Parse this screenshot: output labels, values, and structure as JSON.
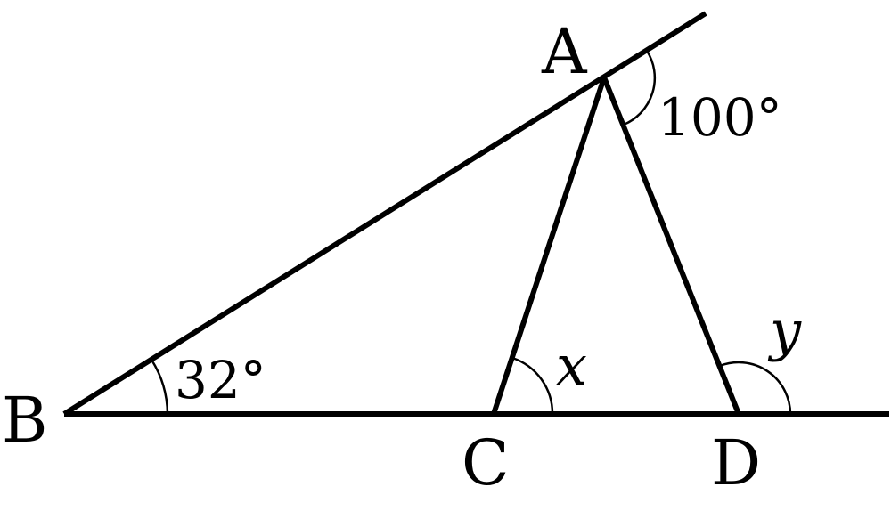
{
  "points": {
    "A": "A",
    "B": "B",
    "C": "C",
    "D": "D"
  },
  "angles": {
    "exterior_A": "100°",
    "B": "32°",
    "x": "x",
    "y": "y"
  },
  "colors": {
    "stroke": "#000000",
    "background": "#ffffff"
  }
}
